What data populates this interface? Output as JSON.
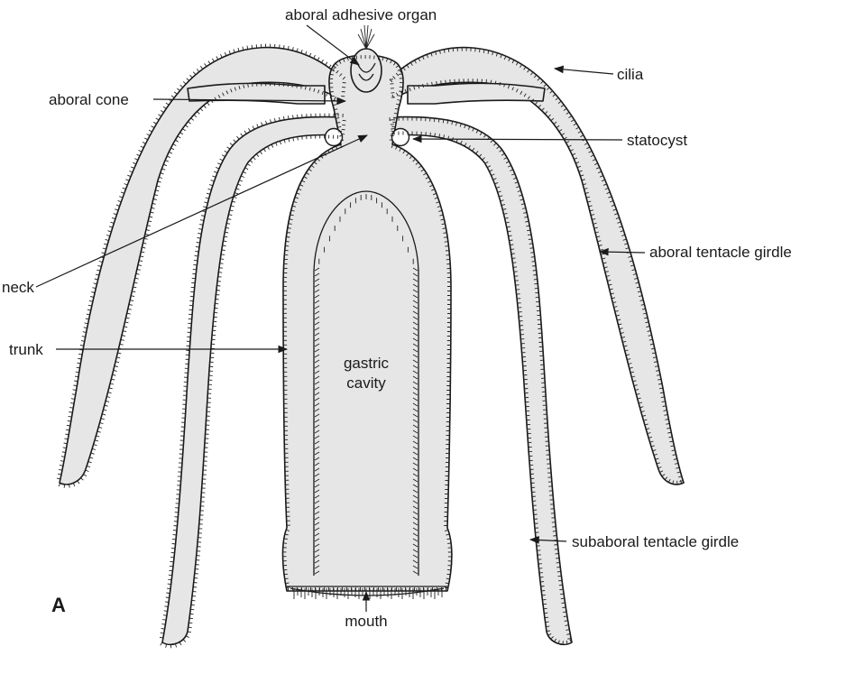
{
  "figure": {
    "panel_letter": "A",
    "labels": {
      "aboral_adhesive_organ": "aboral adhesive organ",
      "cilia": "cilia",
      "aboral_cone": "aboral cone",
      "statocyst": "statocyst",
      "aboral_tentacle_girdle": "aboral tentacle girdle",
      "neck": "neck",
      "trunk": "trunk",
      "gastric_cavity_line1": "gastric",
      "gastric_cavity_line2": "cavity",
      "subaboral_tentacle_girdle": "subaboral tentacle girdle",
      "mouth": "mouth"
    }
  },
  "colors": {
    "body_fill": "#e6e6e6",
    "outline": "#1a1a1a"
  }
}
